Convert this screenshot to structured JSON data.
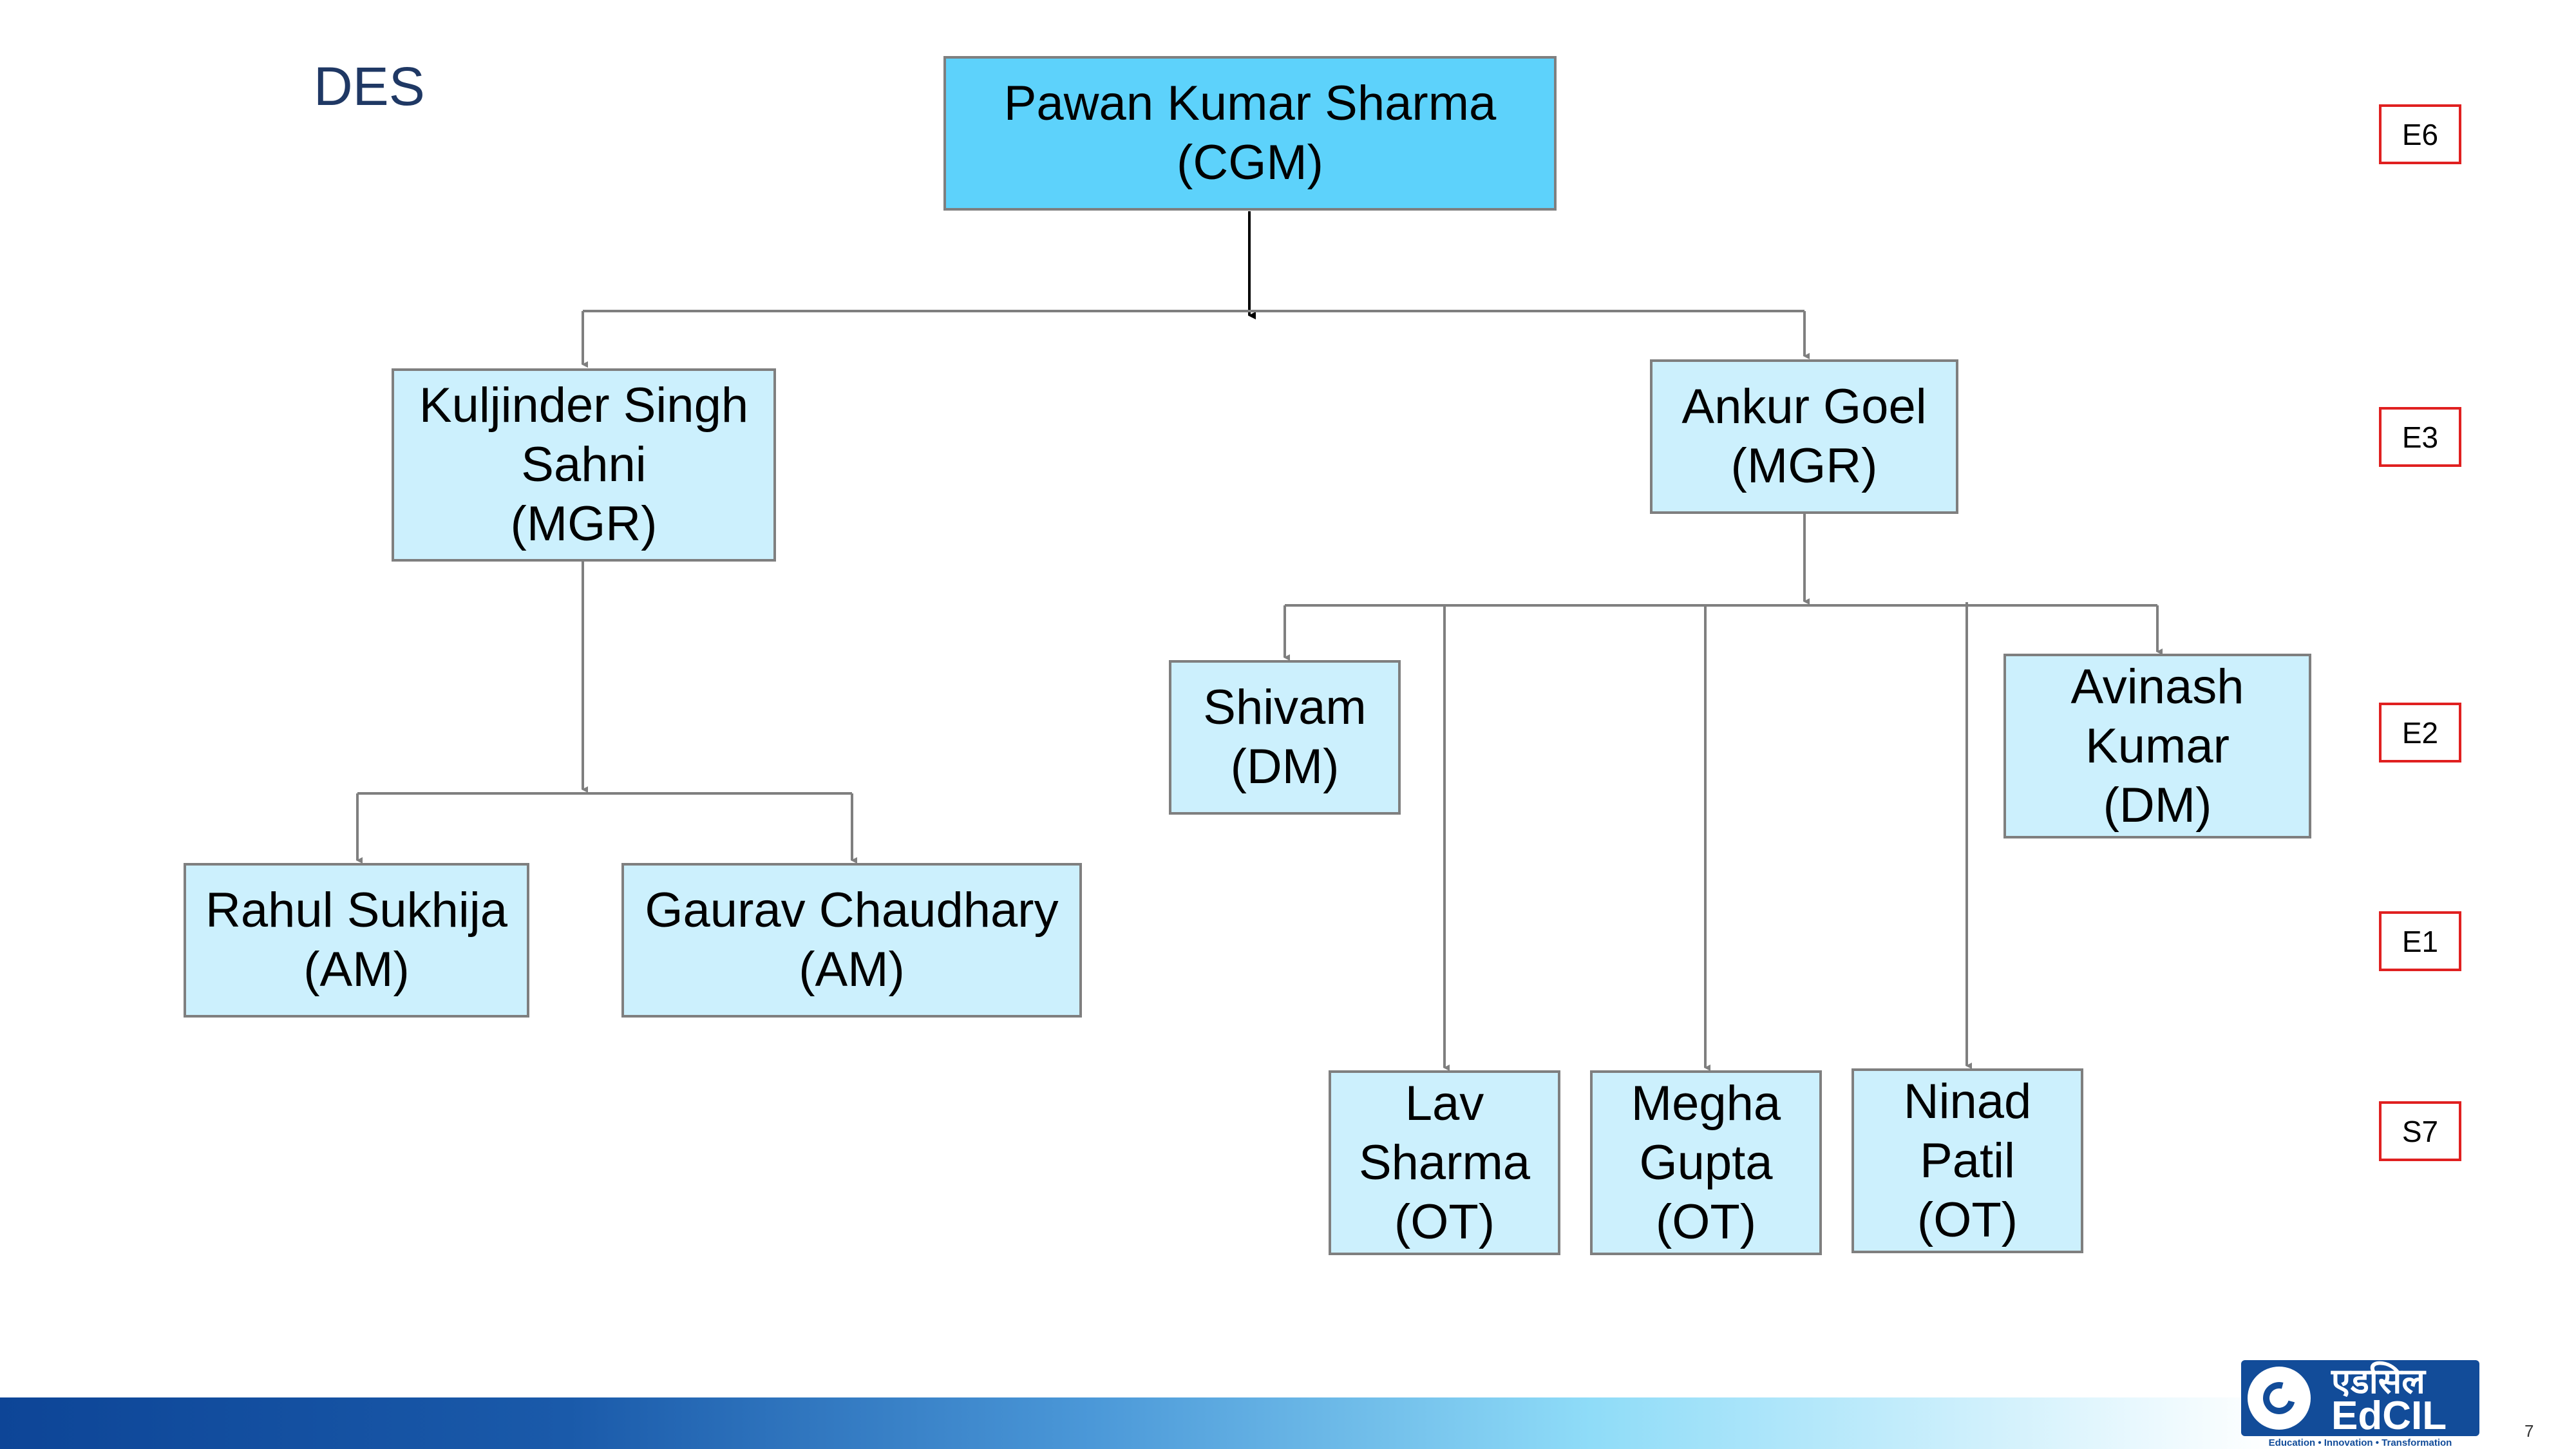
{
  "title": "DES",
  "nodes": {
    "cgm": {
      "lines": [
        "Pawan Kumar Sharma",
        "(CGM)"
      ]
    },
    "mgr_left": {
      "lines": [
        "Kuljinder Singh",
        "Sahni",
        "(MGR)"
      ]
    },
    "mgr_right": {
      "lines": [
        "Ankur Goel",
        "(MGR)"
      ]
    },
    "am_1": {
      "lines": [
        "Rahul Sukhija",
        "(AM)"
      ]
    },
    "am_2": {
      "lines": [
        "Gaurav Chaudhary",
        "(AM)"
      ]
    },
    "dm_1": {
      "lines": [
        "Shivam",
        "(DM)"
      ]
    },
    "dm_2": {
      "lines": [
        "Avinash",
        "Kumar",
        "(DM)"
      ]
    },
    "ot_1": {
      "lines": [
        "Lav",
        "Sharma",
        "(OT)"
      ]
    },
    "ot_2": {
      "lines": [
        "Megha",
        "Gupta",
        "(OT)"
      ]
    },
    "ot_3": {
      "lines": [
        "Ninad",
        "Patil",
        "(OT)"
      ]
    }
  },
  "grades": [
    "E6",
    "E3",
    "E2",
    "E1",
    "S7"
  ],
  "logo": {
    "hindi": "एडसिल",
    "name": "EdCIL",
    "tagline": "Education • Innovation • Transformation"
  },
  "page_number": "7",
  "colors": {
    "root_fill": "#5dd2fb",
    "node_fill": "#ccf0fd",
    "grade_border": "#e02020",
    "title": "#1f3864"
  }
}
